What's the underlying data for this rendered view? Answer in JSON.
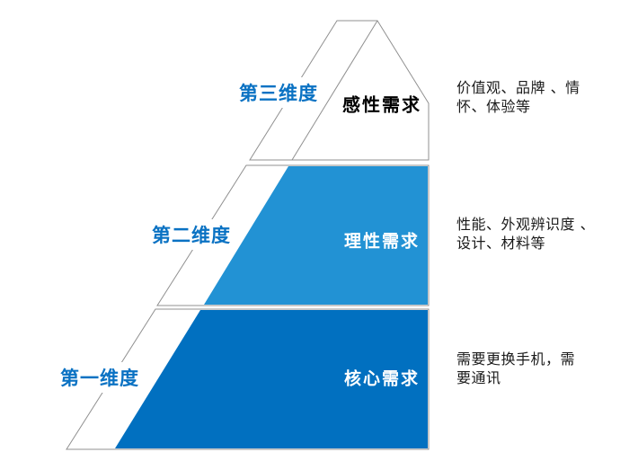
{
  "diagram": {
    "type": "slanted-pyramid",
    "tier_count": 3,
    "colors": {
      "outline_gray": "#909090",
      "dimension_label_blue": "#0a72c3",
      "second_tier_blue": "#2292d4",
      "first_tier_blue": "#0170c0",
      "background": "#ffffff"
    }
  },
  "tiers": [
    {
      "position": "top",
      "dimension_label": "第三维度",
      "need_label": "感性需求",
      "description": "价值观、品牌 、情\n怀、体验等",
      "fill_color": "#ffffff"
    },
    {
      "position": "middle",
      "dimension_label": "第二维度",
      "need_label": "理性需求",
      "description": "性能、外观辨识度 、\n设计、材料等",
      "fill_color": "#2292d4"
    },
    {
      "position": "bottom",
      "dimension_label": "第一维度",
      "need_label": "核心需求",
      "description": "需要更换手机，需\n要通讯",
      "fill_color": "#0170c0"
    }
  ]
}
